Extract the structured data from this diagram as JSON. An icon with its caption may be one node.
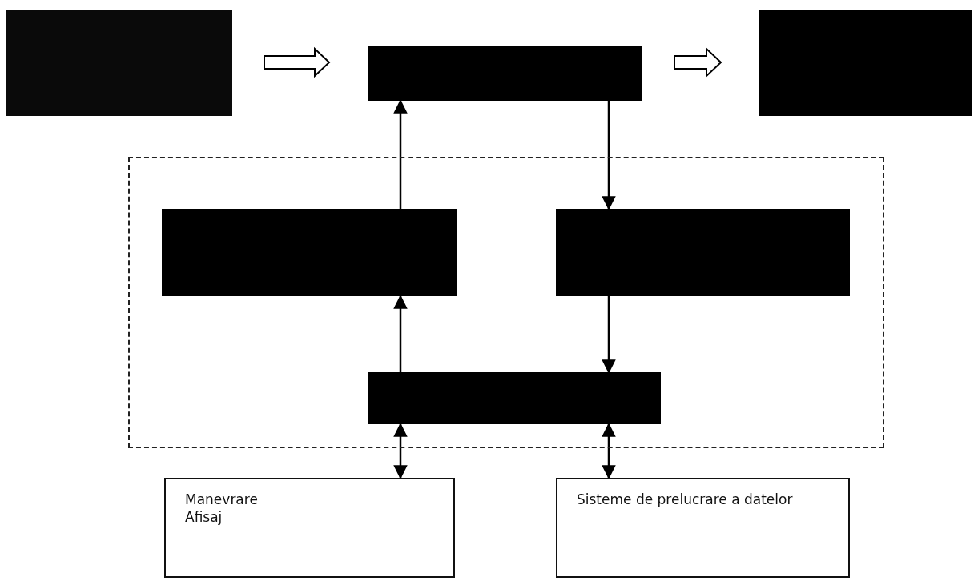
{
  "diagram": {
    "nodes": [
      {
        "text": [],
        "shape": "box"
      },
      {
        "text": [],
        "shape": "box"
      },
      {
        "text": [],
        "shape": "box"
      },
      {
        "text": [],
        "shape": "box"
      },
      {
        "text": [],
        "shape": "box",
        "in": 3
      },
      {
        "text": [],
        "shape": "box",
        "in": 3
      },
      {
        "text": [],
        "shape": "box",
        "in": 3
      },
      {
        "text": [
          "Manevrare",
          "Afisaj"
        ]
      },
      {
        "text": [
          "Sisteme de prelucrare a datelor"
        ]
      }
    ],
    "edges": [
      {
        "from": 0,
        "to": 1,
        "arrow": "to",
        "style": "thick"
      },
      {
        "from": 1,
        "to": 2,
        "arrow": "to",
        "style": "thick"
      },
      {
        "from": 4,
        "to": 1,
        "arrow": "to"
      },
      {
        "from": 1,
        "to": 5,
        "arrow": "to"
      },
      {
        "from": 6,
        "to": 4,
        "arrow": "to"
      },
      {
        "from": 5,
        "to": 6,
        "arrow": "to"
      },
      {
        "from": 6,
        "to": 7,
        "arrow": "both"
      },
      {
        "from": 6,
        "to": 8,
        "arrow": "both"
      }
    ]
  }
}
